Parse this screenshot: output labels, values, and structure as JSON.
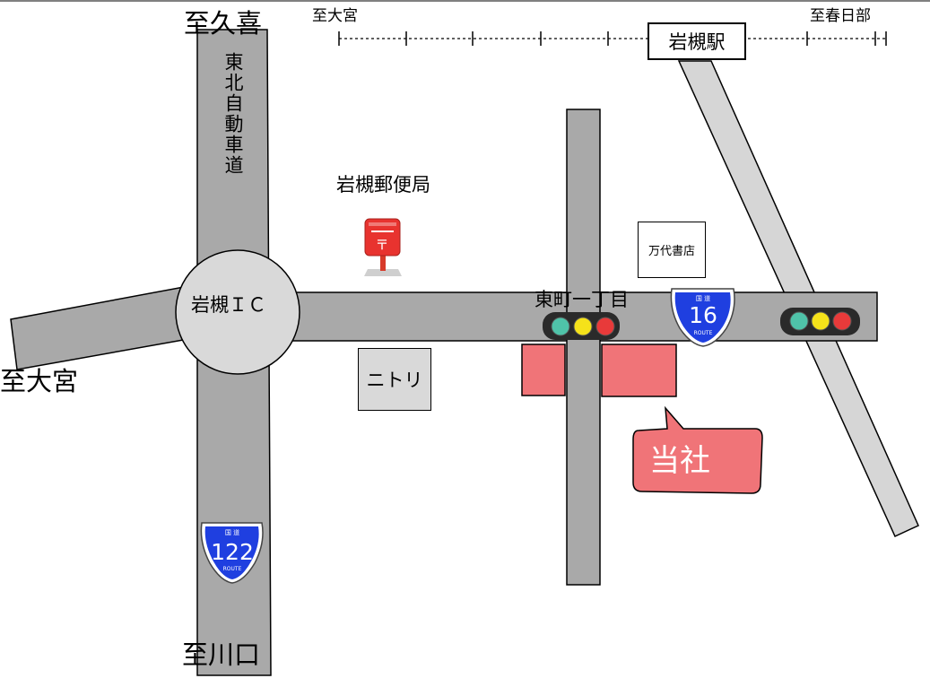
{
  "directions": {
    "north_top": "至久喜",
    "south_bottom": "至川口",
    "west_left": "至大宮",
    "rail_left": "至大宮",
    "rail_right": "至春日部"
  },
  "expressway_name": "東北自動車道",
  "interchange": "岩槻ＩＣ",
  "station": "岩槻駅",
  "post_office": "岩槻郵便局",
  "post_box_icon": "post-box-icon",
  "nitori": "ニトリ",
  "bookstore": "万代書店",
  "intersection": "東町一丁目",
  "route_shields": [
    {
      "icon": "national-route-shield-icon",
      "header": "国 道",
      "number": "122",
      "footer": "ROUTE"
    },
    {
      "icon": "national-route-shield-icon",
      "header": "国 道",
      "number": "16",
      "footer": "ROUTE"
    }
  ],
  "company_callout": "当社",
  "colors": {
    "road": "#a9a9a9",
    "rail_road": "#d6d6d6",
    "company_building": "#f07478",
    "shield_blue": "#1f3fe0",
    "post_red": "#e8332f",
    "signal_green": "#4fc3a9",
    "signal_yellow": "#f5e21a",
    "signal_red": "#e83a3a"
  }
}
